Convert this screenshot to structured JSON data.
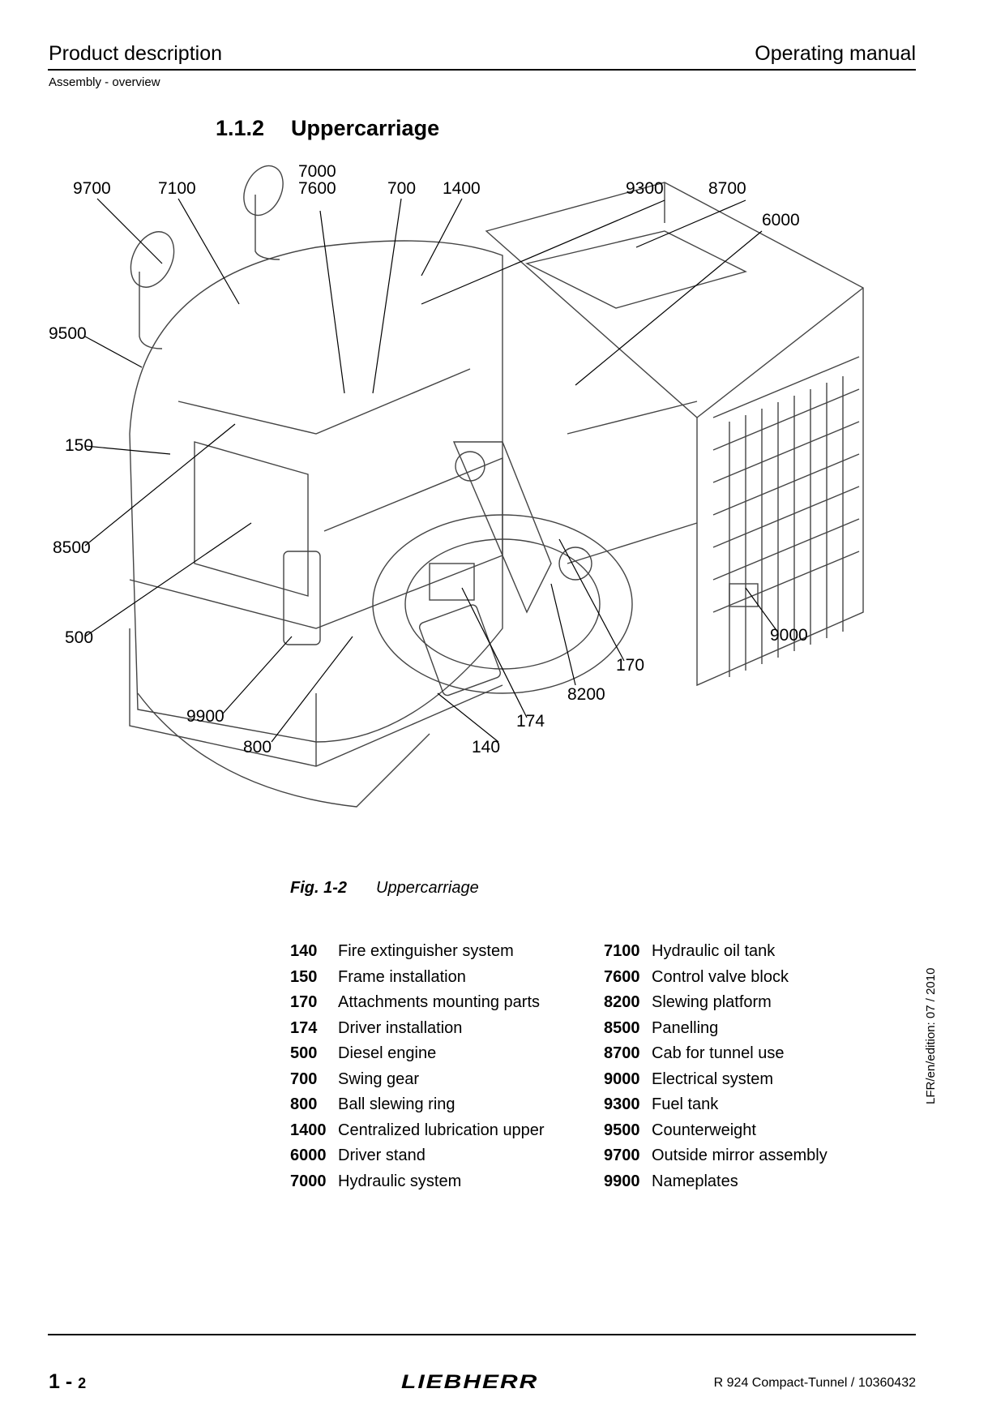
{
  "header": {
    "left_title": "Product description",
    "right_title": "Operating manual",
    "subtitle": "Assembly - overview"
  },
  "section": {
    "number": "1.1.2",
    "title": "Uppercarriage"
  },
  "figure": {
    "callouts": [
      "9700",
      "7100",
      "7000",
      "7600",
      "700",
      "1400",
      "9300",
      "8700",
      "6000",
      "9500",
      "150",
      "8500",
      "500",
      "9900",
      "800",
      "140",
      "174",
      "8200",
      "170",
      "9000"
    ],
    "caption_number": "Fig. 1-2",
    "caption_text": "Uppercarriage"
  },
  "legend": {
    "left": [
      {
        "code": "140",
        "label": "Fire extinguisher system"
      },
      {
        "code": "150",
        "label": "Frame installation"
      },
      {
        "code": "170",
        "label": "Attachments mounting parts"
      },
      {
        "code": "174",
        "label": "Driver installation"
      },
      {
        "code": "500",
        "label": "Diesel engine"
      },
      {
        "code": "700",
        "label": "Swing gear"
      },
      {
        "code": "800",
        "label": "Ball slewing ring"
      },
      {
        "code": "1400",
        "label": "Centralized lubrication upper"
      },
      {
        "code": "6000",
        "label": "Driver stand"
      },
      {
        "code": "7000",
        "label": "Hydraulic system"
      }
    ],
    "right": [
      {
        "code": "7100",
        "label": "Hydraulic oil tank"
      },
      {
        "code": "7600",
        "label": "Control valve block"
      },
      {
        "code": "8200",
        "label": "Slewing platform"
      },
      {
        "code": "8500",
        "label": "Panelling"
      },
      {
        "code": "8700",
        "label": "Cab for tunnel use"
      },
      {
        "code": "9000",
        "label": "Electrical system"
      },
      {
        "code": "9300",
        "label": "Fuel tank"
      },
      {
        "code": "9500",
        "label": "Counterweight"
      },
      {
        "code": "9700",
        "label": "Outside mirror assembly"
      },
      {
        "code": "9900",
        "label": "Nameplates"
      }
    ]
  },
  "side_note": "LFR/en/edition: 07 / 2010",
  "footer": {
    "page_major": "1 -",
    "page_minor": "2",
    "logo_text": "LIEBHERR",
    "doc_ref": "R 924 Compact-Tunnel / 10360432"
  }
}
